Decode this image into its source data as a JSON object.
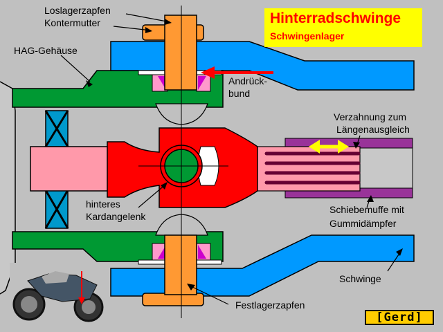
{
  "title": {
    "main": "Hinterradschwinge",
    "sub": "Schwingenlager"
  },
  "labels": {
    "loslager_line1": "Loslagerzapfen",
    "loslager_line2": "Kontermutter",
    "hag": "HAG-Gehäuse",
    "andrueck_line1": "Andrück-",
    "andrueck_line2": "bund",
    "verzahnung_line1": "Verzahnung zum",
    "verzahnung_line2": "Längenausgleich",
    "kardan_line1": "hinteres",
    "kardan_line2": "Kardangelenk",
    "schiebe_line1": "Schiebemuffe mit",
    "schiebe_line2": "Gummidämpfer",
    "schwinge": "Schwinge",
    "festlager": "Festlagerzapfen"
  },
  "logo": {
    "text": "[Gerd]"
  },
  "colors": {
    "background": "#c0c0c0",
    "swingarm": "#0099ff",
    "housing": "#009933",
    "pivot": "#ff9933",
    "joint": "#ff0000",
    "shaft": "#ff99aa",
    "sleeve": "#993399",
    "bearing": "#0099cc",
    "title_bg": "#ffff00",
    "title_text": "#ff0000"
  }
}
